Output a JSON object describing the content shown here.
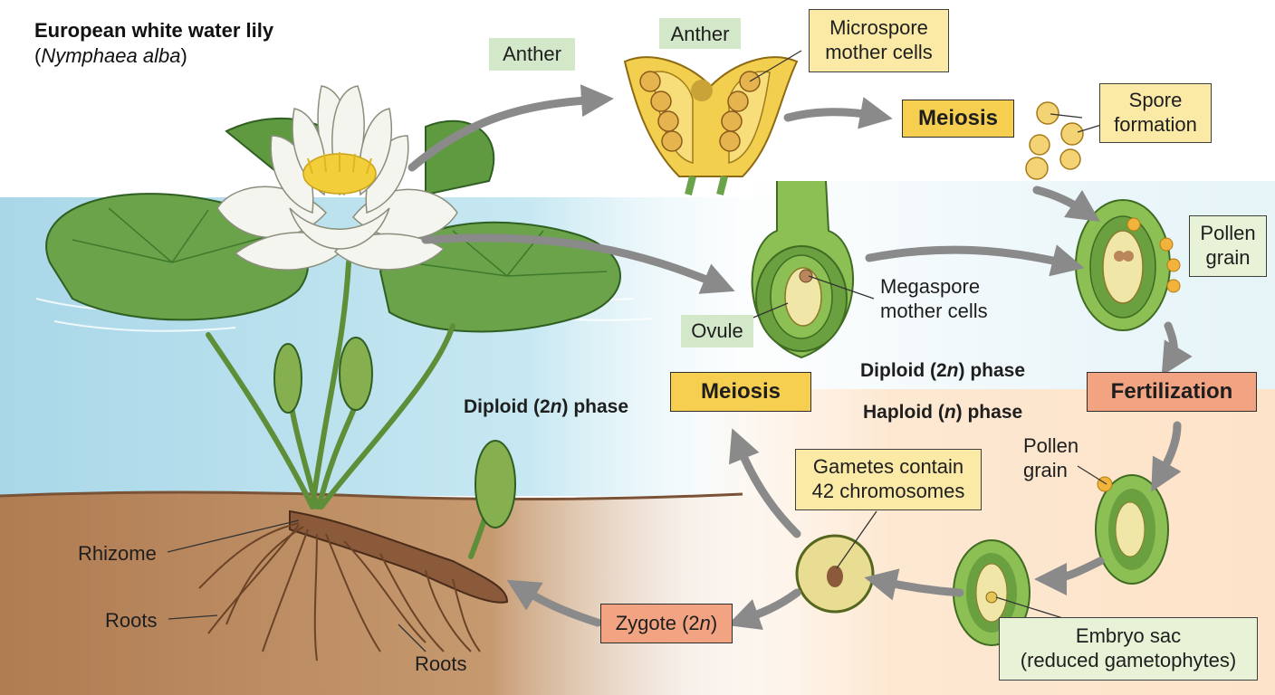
{
  "title": {
    "common_name": "European white water lily",
    "scientific_name": "Nymphaea alba"
  },
  "labels": {
    "anther_left": "Anther",
    "anther_top": "Anther",
    "microspore": [
      "Microspore",
      "mother cells"
    ],
    "meiosis_top": "Meiosis",
    "spore_formation": [
      "Spore",
      "formation"
    ],
    "pollen_grain_box": [
      "Pollen",
      "grain"
    ],
    "megaspore": [
      "Megaspore",
      "mother cells"
    ],
    "ovule": "Ovule",
    "diploid_center": "Diploid (2",
    "diploid_left": "Diploid (2",
    "phase_suffix": ") phase",
    "haploid": "Haploid (",
    "fertilization": "Fertilization",
    "meiosis_mid": "Meiosis",
    "pollen_grain_text": [
      "Pollen",
      "grain"
    ],
    "gametes": [
      "Gametes contain",
      "42 chromosomes"
    ],
    "zygote": "Zygote (2",
    "embryo_sac": [
      "Embryo sac",
      "(reduced gametophytes)"
    ],
    "rhizome": "Rhizome",
    "roots_left": "Roots",
    "roots_bottom": "Roots",
    "n_symbol": "n"
  },
  "colors": {
    "water": "#bfe2ee",
    "soil": "#b8845a",
    "leaf": "#6fa447",
    "leaf_dark": "#3f7a2a",
    "petal": "#f4f5ee",
    "stamen": "#f2cf3a",
    "anther": "#f3cf4f",
    "ovule_outer": "#8cc054",
    "ovule_inner": "#f0e6a8",
    "arrow": "#8c8c8c",
    "haploid_bg": "#fde8d2"
  }
}
